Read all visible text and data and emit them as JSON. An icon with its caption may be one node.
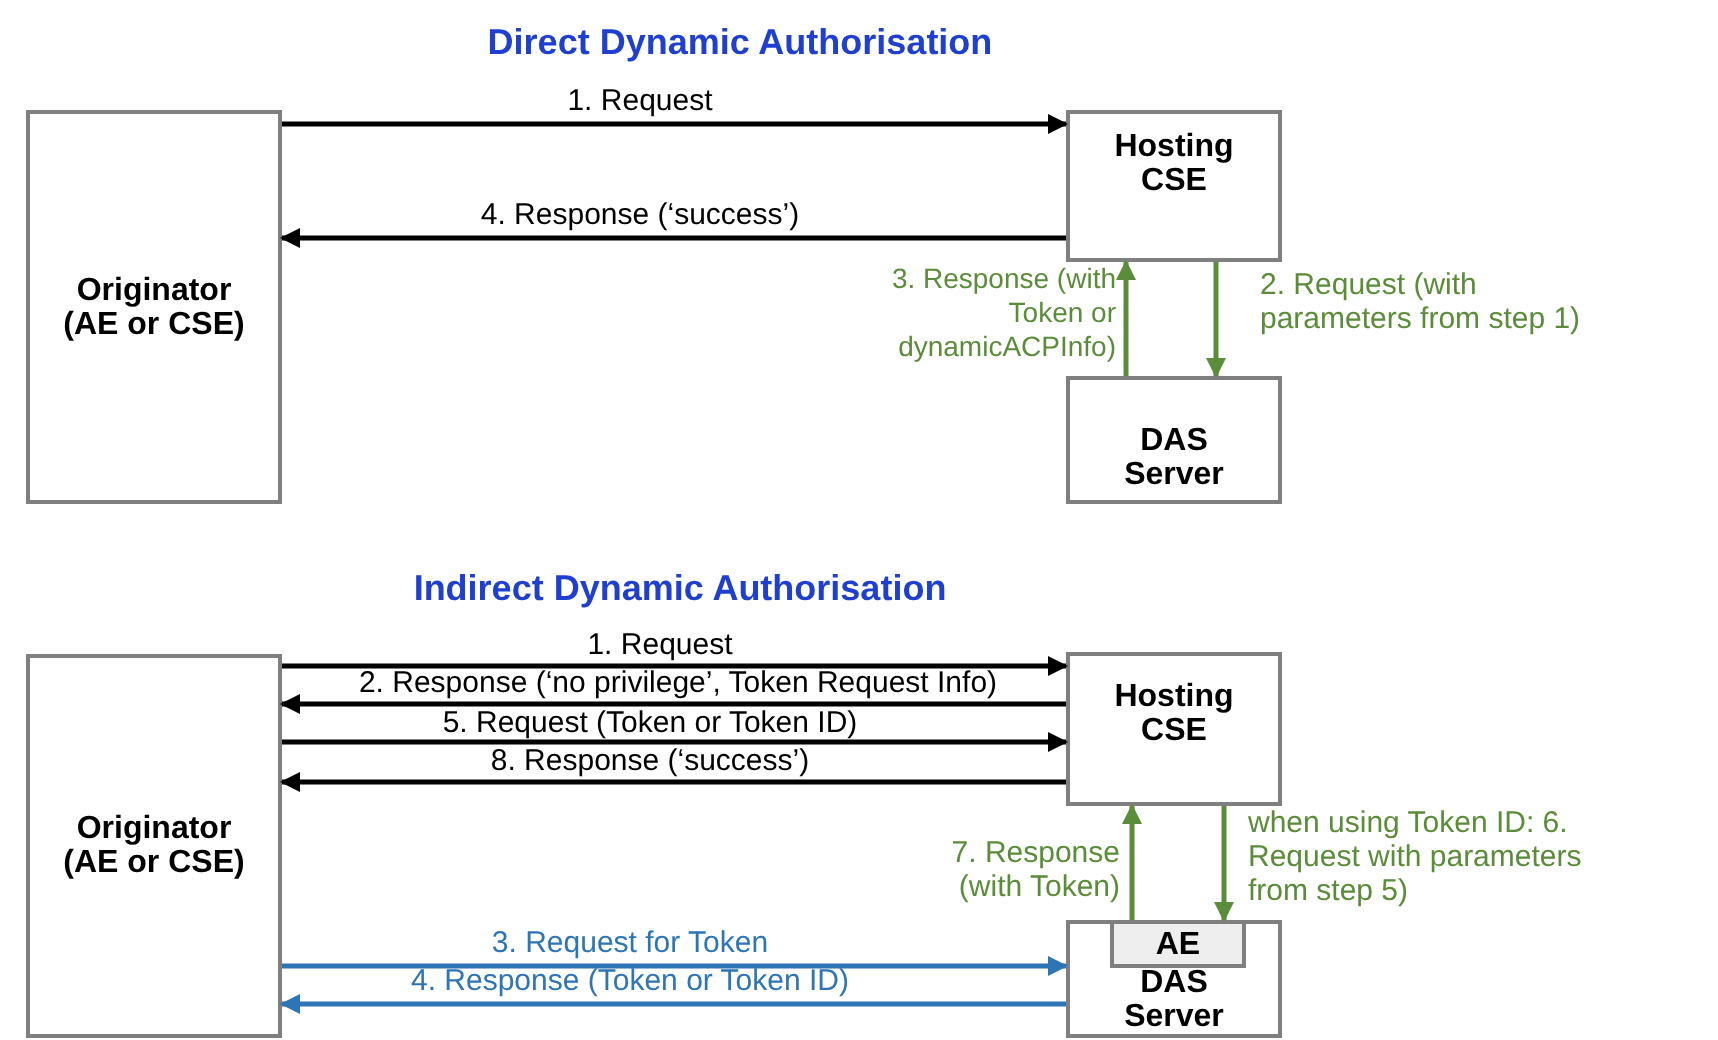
{
  "diagram": {
    "nodes": [
      {
        "text": [
          "Originator (AE or CSE)"
        ]
      },
      {
        "text": [
          "Hosting CSE"
        ]
      },
      {
        "text": [
          "DAS Server"
        ]
      },
      {
        "text": [
          "Originator (AE or CSE)"
        ]
      },
      {
        "text": [
          "Hosting CSE"
        ]
      },
      {
        "text": [
          "DAS Server"
        ]
      },
      {
        "text": [
          "AE"
        ],
        "in": 5
      }
    ],
    "edges": [
      {
        "from": 0,
        "to": 1,
        "arrow": "to",
        "label": "1. Request"
      },
      {
        "from": 1,
        "to": 0,
        "arrow": "to",
        "label": "4. Response (‘success’)"
      },
      {
        "from": 2,
        "to": 1,
        "arrow": "to",
        "label": "3. Response (with Token or dynamicACPInfo)",
        "color": "#5b8c3a"
      },
      {
        "from": 1,
        "to": 2,
        "arrow": "to",
        "label": "2. Request (with parameters from step 1)",
        "color": "#5b8c3a"
      },
      {
        "from": 3,
        "to": 4,
        "arrow": "to",
        "label": "1. Request"
      },
      {
        "from": 4,
        "to": 3,
        "arrow": "to",
        "label": "2. Response (‘no privilege’, Token Request Info)"
      },
      {
        "from": 3,
        "to": 4,
        "arrow": "to",
        "label": "5. Request (Token or Token ID)"
      },
      {
        "from": 4,
        "to": 3,
        "arrow": "to",
        "label": "8. Response (‘success’)"
      },
      {
        "from": 3,
        "to": 5,
        "arrow": "to",
        "label": "3. Request for Token",
        "color": "#2e75b6"
      },
      {
        "from": 5,
        "to": 3,
        "arrow": "to",
        "label": "4. Response (Token or Token ID)",
        "color": "#2e75b6"
      },
      {
        "from": 6,
        "to": 4,
        "arrow": "to",
        "label": "7. Response (with Token)",
        "color": "#5b8c3a"
      },
      {
        "from": 4,
        "to": 6,
        "arrow": "to",
        "label": "when using Token ID: 6. Request with parameters from step 5)",
        "color": "#5b8c3a"
      }
    ],
    "labels": [
      "Direct Dynamic Authorisation",
      "Indirect Dynamic Authorisation"
    ]
  }
}
